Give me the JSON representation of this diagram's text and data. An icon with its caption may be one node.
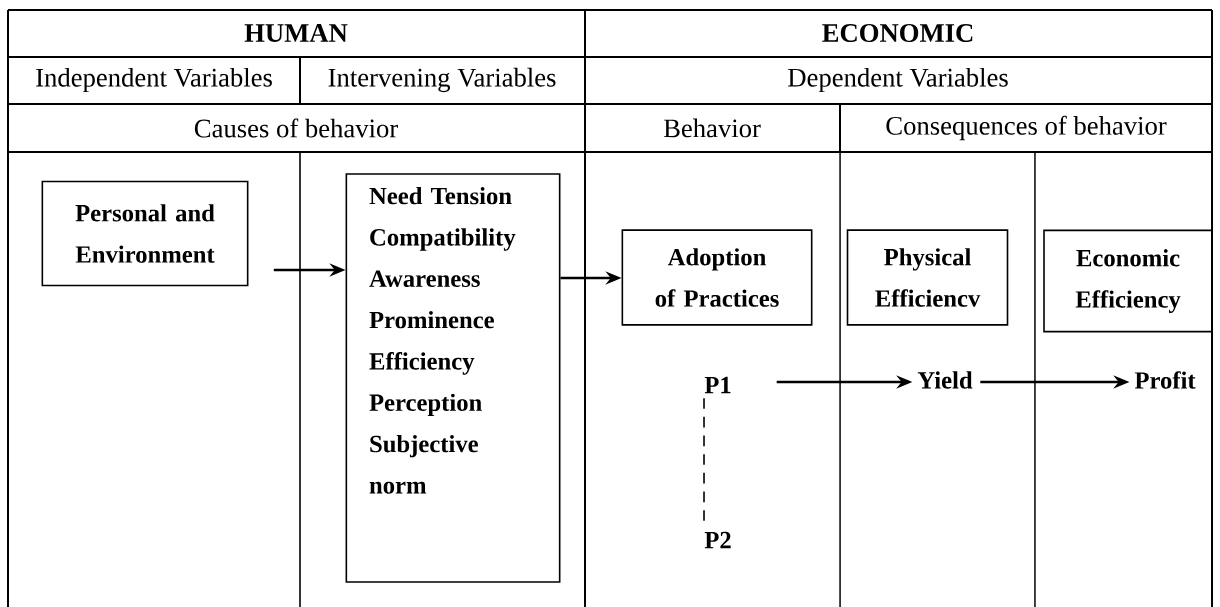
{
  "diagram": {
    "nodes": [
      {
        "text": [
          "Personal and Environment"
        ]
      },
      {
        "text": [
          "Need Tension",
          "Compatibility",
          "Awareness",
          "Prominence",
          "Efficiency",
          "Perception",
          "Subjective norm"
        ]
      },
      {
        "text": [
          "Adoption of Practices"
        ]
      },
      {
        "text": [
          "Physical Efficiencv"
        ]
      },
      {
        "text": [
          "Economic Efficiency"
        ]
      },
      {
        "text": [
          "P1"
        ]
      },
      {
        "text": [
          "P2"
        ]
      },
      {
        "text": [
          "Yield"
        ]
      },
      {
        "text": [
          "Profit"
        ]
      }
    ],
    "edges": [
      {
        "from": 0,
        "to": 1,
        "arrow": "to"
      },
      {
        "from": 1,
        "to": 2,
        "arrow": "to"
      },
      {
        "from": 5,
        "to": 7,
        "arrow": "to"
      },
      {
        "from": 7,
        "to": 8,
        "arrow": "to"
      },
      {
        "from": 5,
        "to": 6,
        "arrow": "none",
        "style": "dashed"
      }
    ],
    "labels": [
      "HUMAN",
      "ECONOMIC",
      "Independent Variables",
      "Intervening Variables",
      "Dependent Variables",
      "Causes of behavior",
      "Behavior",
      "Consequences of behavior"
    ]
  }
}
